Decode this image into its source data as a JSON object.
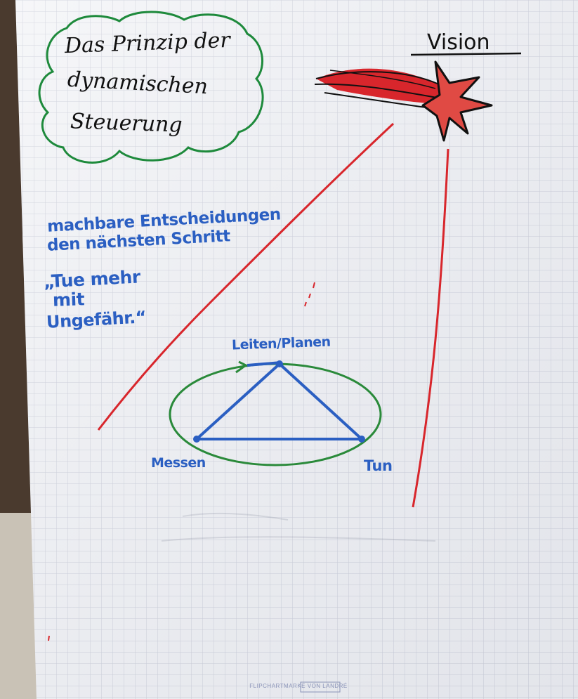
{
  "photo": {
    "title_lines": [
      "Das Prinzip der",
      "dynamischen",
      "Steuerung"
    ],
    "vision_label": "Vision",
    "note_lines": [
      "machbare Entscheidungen",
      "den nächsten Schritt"
    ],
    "quote_lines": [
      "„Tue mehr",
      "mit",
      "Ungefähr.“"
    ],
    "cycle_labels": {
      "top": "Leiten/Planen",
      "left": "Messen",
      "right": "Tun"
    },
    "footer_text": "FLIPCHARTMARKE VON LANDRÉ"
  },
  "colors": {
    "paper": "#f3f4f7",
    "grid": "#c9ccd8",
    "cloud_green": "#1e8a3c",
    "ellipse_green": "#2a8a3a",
    "marker_red": "#d8262c",
    "marker_blue": "#2b5fc2",
    "marker_black": "#111111"
  }
}
